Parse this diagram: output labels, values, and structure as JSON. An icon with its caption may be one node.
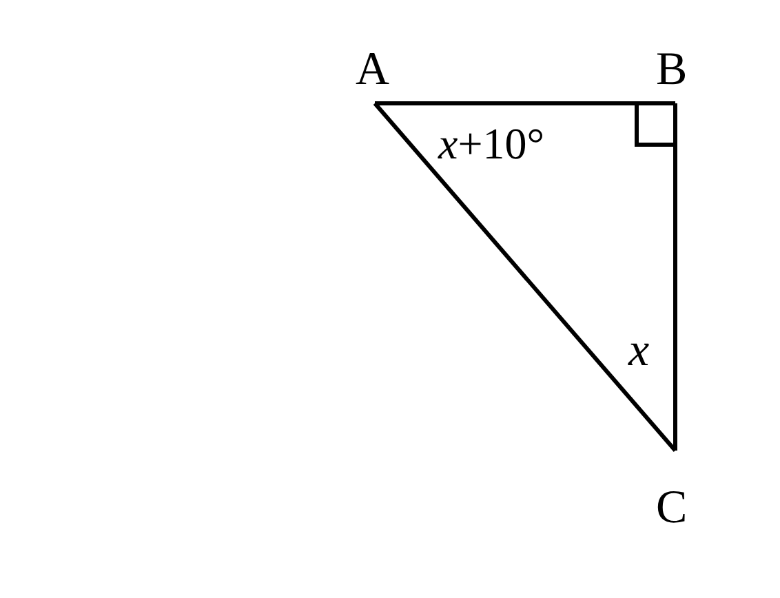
{
  "diagram": {
    "nodes": [
      {
        "text": [
          "A"
        ]
      },
      {
        "text": [
          "B"
        ]
      },
      {
        "text": [
          "C"
        ]
      }
    ],
    "edges": [
      {
        "from": 0,
        "to": 1,
        "arrow": "none"
      },
      {
        "from": 1,
        "to": 2,
        "arrow": "none"
      },
      {
        "from": 2,
        "to": 0,
        "arrow": "none"
      }
    ],
    "labels": [
      "*x*+10°",
      "x"
    ]
  }
}
